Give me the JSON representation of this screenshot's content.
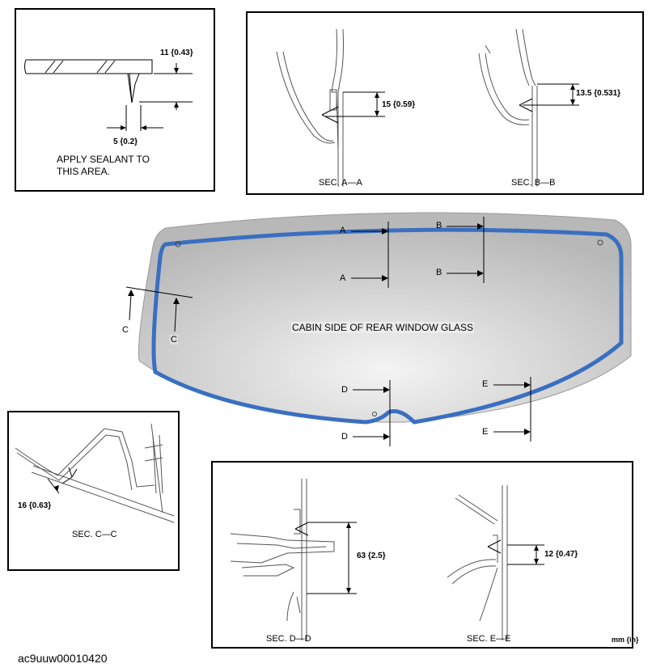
{
  "sealant": {
    "dim_height": "11 {0.43}",
    "dim_width": "5 {0.2}",
    "note_line1": "APPLY SEALANT TO",
    "note_line2": "THIS AREA."
  },
  "sec_ab": {
    "dim_a": "15 {0.59}",
    "dim_b": "13.5 {0.531}",
    "label_a": "SEC. A—A",
    "label_b": "SEC. B—B"
  },
  "glass": {
    "caption": "CABIN SIDE OF REAR WINDOW GLASS",
    "markers": {
      "a": "A",
      "b": "B",
      "c": "C",
      "d": "D",
      "e": "E"
    },
    "colors": {
      "glass": "#c4c4c4",
      "sealant_bead": "#3a6fc0",
      "outline": "#9a9a9a"
    }
  },
  "sec_c": {
    "dim": "16 {0.63}",
    "label": "SEC. C—C"
  },
  "sec_de": {
    "dim_d": "63 {2.5}",
    "dim_e": "12 {0.47}",
    "label_d": "SEC. D—D",
    "label_e": "SEC. E—E"
  },
  "units": "mm {in}",
  "figure_id": "ac9uuw00010420"
}
